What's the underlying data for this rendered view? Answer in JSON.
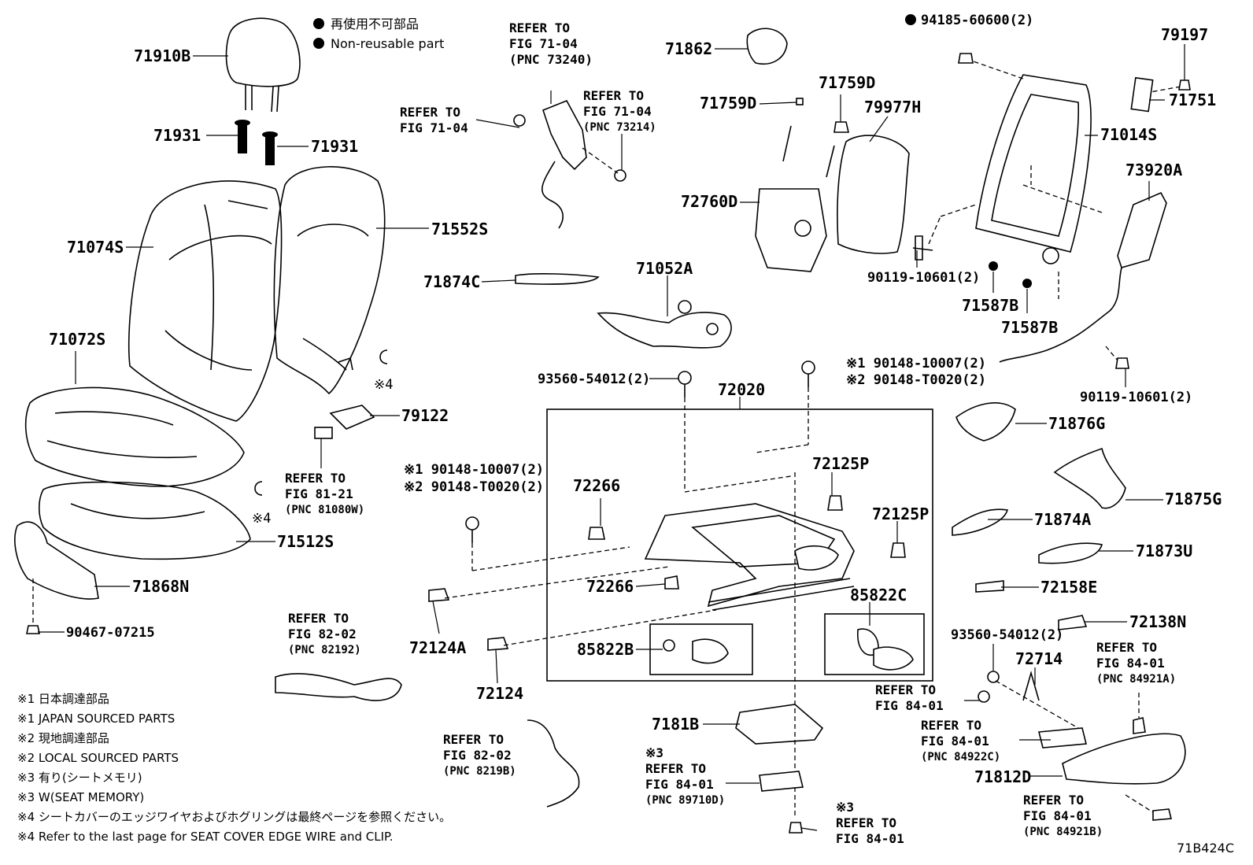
{
  "legend": {
    "jp": "再使用不可部品",
    "en": "Non-reusable part"
  },
  "parts": {
    "p71910B": "71910B",
    "p71931a": "71931",
    "p71931b": "71931",
    "p71074S": "71074S",
    "p71552S": "71552S",
    "p71072S": "71072S",
    "p71512S": "71512S",
    "p71868N": "71868N",
    "p90467": "90467-07215",
    "p79122": "79122",
    "p71874C": "71874C",
    "p71052A": "71052A",
    "p71862": "71862",
    "p71759Da": "71759D",
    "p71759Db": "71759D",
    "p79977H": "79977H",
    "p72760D": "72760D",
    "p94185": "94185-60600(2)",
    "p79197": "79197",
    "p71751": "71751",
    "p71014S": "71014S",
    "p73920A": "73920A",
    "p90119a": "90119-10601(2)",
    "p71587Ba": "71587B",
    "p71587Bb": "71587B",
    "p90119b": "90119-10601(2)",
    "p93560a": "93560-54012(2)",
    "p72020": "72020",
    "p90148a1": "※1 90148-10007(2)",
    "p90148a2": "※2 90148-T0020(2)",
    "p90148b1": "※1 90148-10007(2)",
    "p90148b2": "※2 90148-T0020(2)",
    "p72266a": "72266",
    "p72266b": "72266",
    "p72125Pa": "72125P",
    "p72125Pb": "72125P",
    "p85822C": "85822C",
    "p85822B": "85822B",
    "p72124A": "72124A",
    "p72124": "72124",
    "p71876G": "71876G",
    "p71875G": "71875G",
    "p71874A": "71874A",
    "p71873U": "71873U",
    "p72158E": "72158E",
    "p72138N": "72138N",
    "p93560b": "93560-54012(2)",
    "p72714": "72714",
    "p7181B": "7181B",
    "p71812D": "71812D",
    "note4a": "※4",
    "note4b": "※4"
  },
  "refs": {
    "r1": [
      "REFER TO",
      "FIG 71-04",
      "(PNC 73240)"
    ],
    "r2": [
      "REFER TO",
      "FIG 71-04"
    ],
    "r3": [
      "REFER TO",
      "FIG 71-04",
      "(PNC 73214)"
    ],
    "r4": [
      "REFER TO",
      "FIG 81-21",
      "(PNC 81080W)"
    ],
    "r5": [
      "REFER TO",
      "FIG 82-02",
      "(PNC 82192)"
    ],
    "r6": [
      "REFER TO",
      "FIG 82-02",
      "(PNC 8219B)"
    ],
    "r7": [
      "※3",
      "REFER TO",
      "FIG 84-01",
      "(PNC 89710D)"
    ],
    "r8": [
      "※3",
      "REFER TO",
      "FIG 84-01"
    ],
    "r9": [
      "REFER TO",
      "FIG 84-01"
    ],
    "r10": [
      "REFER TO",
      "FIG 84-01",
      "(PNC 84922C)"
    ],
    "r11": [
      "REFER TO",
      "FIG 84-01",
      "(PNC 84921A)"
    ],
    "r12": [
      "REFER TO",
      "FIG 84-01",
      "(PNC 84921B)"
    ]
  },
  "notes": [
    "※1 日本調達部品",
    "※1 JAPAN SOURCED PARTS",
    "※2 現地調達部品",
    "※2 LOCAL SOURCED PARTS",
    "※3 有り(シートメモリ)",
    "※3 W(SEAT MEMORY)",
    "※4 シートカバーのエッジワイヤおよびホグリングは最終ページを参照ください。",
    "※4 Refer to the last page for SEAT COVER EDGE WIRE and CLIP."
  ],
  "figure_id": "71B424C"
}
